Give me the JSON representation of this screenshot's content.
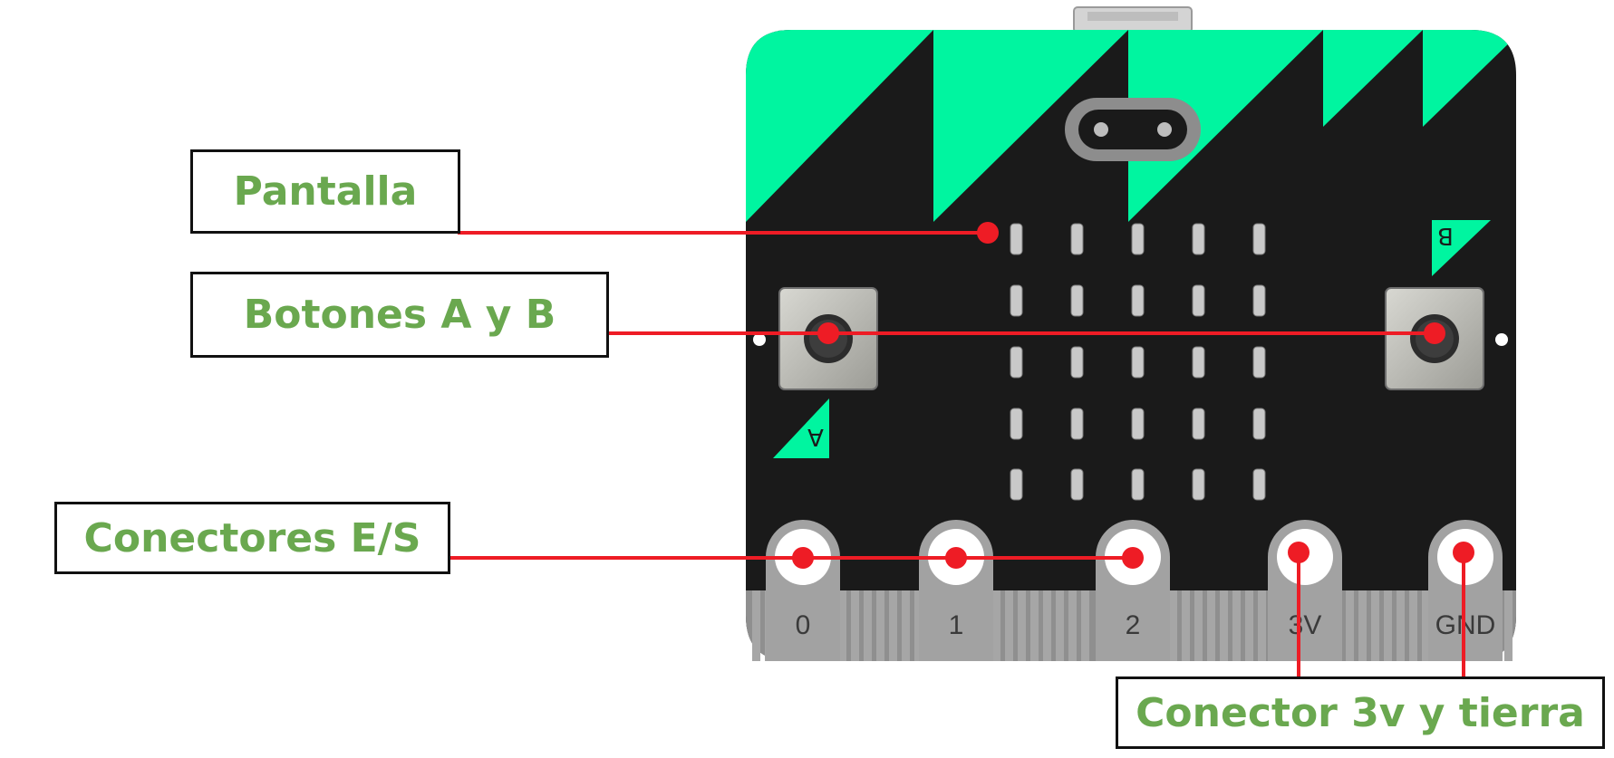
{
  "labels": {
    "display": "Pantalla",
    "buttons": "Botones A y B",
    "io_connectors": "Conectores E/S",
    "power_connectors": "Conector 3v y tierra"
  },
  "board": {
    "button_a_mark": "A",
    "button_b_mark": "B",
    "pins": [
      "0",
      "1",
      "2",
      "3V",
      "GND"
    ]
  },
  "colors": {
    "label_text": "#6aa84f",
    "board_accent": "#00f5a0",
    "board_body": "#1a1a1a",
    "callout_line": "#ee1c25"
  }
}
